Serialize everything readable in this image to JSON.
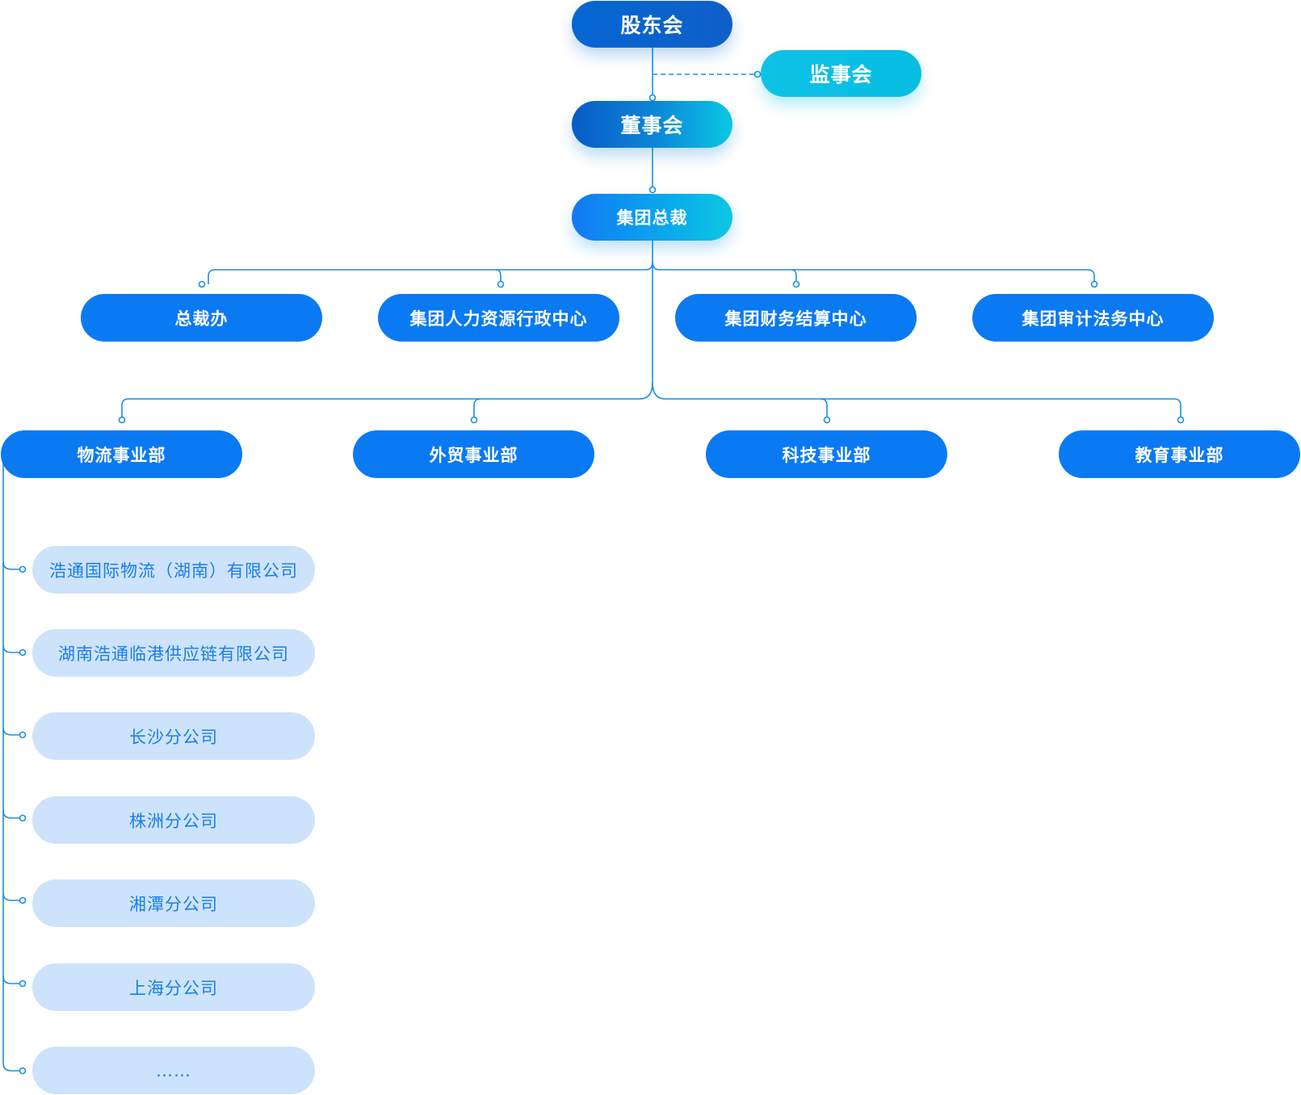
{
  "chart": {
    "shareholders": "股东会",
    "supervisors": "监事会",
    "board": "董事会",
    "president": "集团总裁",
    "centers": [
      "总裁办",
      "集团人力资源行政中心",
      "集团财务结算中心",
      "集团审计法务中心"
    ],
    "divisions": [
      "物流事业部",
      "外贸事业部",
      "科技事业部",
      "教育事业部"
    ],
    "logistics_subsidiaries": [
      "浩通国际物流（湖南）有限公司",
      "湖南浩通临港供应链有限公司",
      "长沙分公司",
      "株洲分公司",
      "湘潭分公司",
      "上海分公司",
      "……"
    ]
  },
  "colors": {
    "line": "#1a8fe3",
    "node_blue": "#0a7af2",
    "node_light": "#cde3fb",
    "subsidiary_text": "#1a7ee8"
  }
}
